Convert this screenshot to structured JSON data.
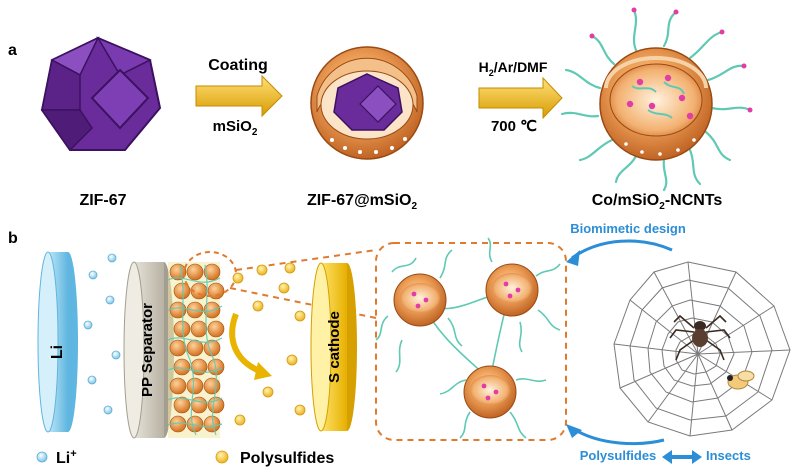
{
  "panel_a": {
    "label": "a",
    "step1": {
      "top": "Coating",
      "bottom_main": "mSiO",
      "bottom_sub": "2"
    },
    "step2": {
      "top_main": "H",
      "top_sub": "2",
      "top_rest": "/Ar/DMF",
      "bottom": "700 ℃"
    },
    "captions": {
      "zif": "ZIF-67",
      "zif_msio_main": "ZIF-67@mSiO",
      "zif_msio_sub": "2",
      "co_main": "Co/mSiO",
      "co_sub": "2",
      "co_rest": "-NCNTs"
    }
  },
  "panel_b": {
    "label": "b",
    "li_label": "Li",
    "separator_label": "PP Separator",
    "cathode_label": "S cathode",
    "biomimetic_label": "Biomimetic design",
    "polysulfides_arrow_label": "Polysulfides",
    "insects_label": "Insects",
    "legend": {
      "li_ion_main": "Li",
      "li_ion_sup": "+",
      "polysulfides": "Polysulfides"
    }
  },
  "colors": {
    "zif_purple": "#6a2c9a",
    "sphere_orange": "#e07a2c",
    "nanotube_teal": "#5fc9b4",
    "cobalt_magenta": "#e23ca6",
    "arrow_gold": "#e8b400",
    "li_ion_blue": "#8fd0ec",
    "polysulfide_yellow": "#f6c63a",
    "accent_blue": "#2b8ed6"
  }
}
